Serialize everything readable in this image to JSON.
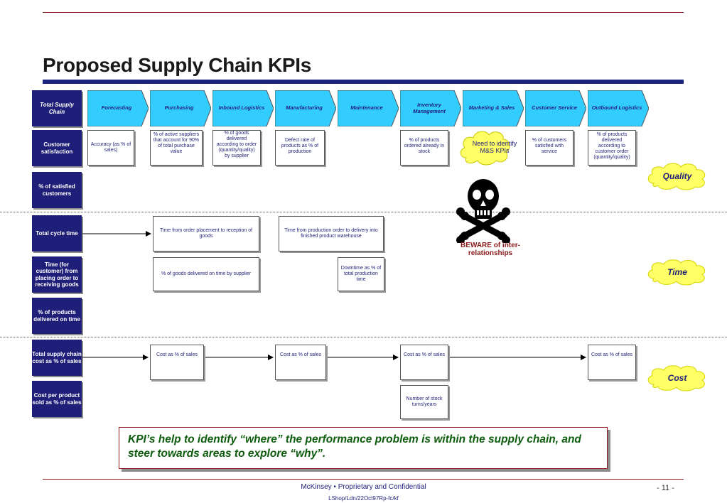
{
  "title": "Proposed Supply Chain KPIs",
  "corner_label": "Total Supply Chain",
  "stages": [
    "Forecasting",
    "Purchasing",
    "Inbound Logistics",
    "Manufacturing",
    "Maintenance",
    "Inventory Management",
    "Marketing & Sales",
    "Customer Service",
    "Outbound Logistics"
  ],
  "row_labels": {
    "customer_satisfaction": "Customer satisfaction",
    "satisfied_customers": "% of satisfied customers",
    "total_cycle_time": "Total cycle time",
    "time_to_receive": "Time (for customer) from placing order to receiving goods",
    "products_on_time": "% of products delivered on time",
    "total_cost": "Total supply chain cost as % of sales",
    "cost_per_product": "Cost per product sold as % of sales"
  },
  "kpis": {
    "forecasting_accuracy": "Accuracy (as % of sales)",
    "purchasing_suppliers": "% of active suppliers that account for 90% of total purchase value",
    "inbound_delivered": "% of goods delivered according to order (quantity/quality) by supplier",
    "manufacturing_defect": "Defect rate of products as % of production",
    "inventory_stock": "% of products ordered already in stock",
    "ms_cloud": "Need to identify M&S KPIs",
    "cs_satisfied": "% of customers satisfied with service",
    "outbound_delivered": "% of products delivered according to customer order (quantity/quality)",
    "order_to_reception": "Time from order placement to reception of goods",
    "production_to_delivery": "Time from production order to delivery into finished product warehouse",
    "goods_on_time": "% of goods delivered on time by supplier",
    "downtime": "Downtime as % of total production time",
    "cost_1": "Cost as % of sales",
    "cost_2": "Cost as % of sales",
    "cost_3": "Cost as % of sales",
    "cost_4": "Cost as % of sales",
    "stock_turns": "Number of stock turns/years"
  },
  "categories": {
    "quality": "Quality",
    "time": "Time",
    "cost": "Cost"
  },
  "beware": "BEWARE of inter-relationships",
  "callout": "KPI’s help to identify “where” the performance problem is within the supply chain, and steer towards areas to explore “why”.",
  "footer": {
    "line1": "McKinsey  •  Proprietary and Confidential",
    "line2": "LShop/Ldn/22Oct97Rp-fc/kf",
    "page": "- 11 -"
  },
  "colors": {
    "navy": "#1f1f7a",
    "chevron_fill": "#33ccff",
    "cloud_fill": "#ffff66",
    "rule": "#8b1a1a",
    "callout_text": "#0d5c0d"
  }
}
